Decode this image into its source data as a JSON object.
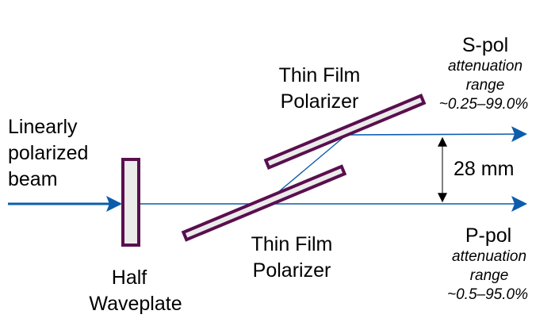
{
  "colors": {
    "beam": "#0b5cad",
    "optic_border": "#5a0f4e",
    "optic_fill": "#ebebeb",
    "dimension": "#555555"
  },
  "input": {
    "lines": [
      "Linearly",
      "polarized",
      "beam"
    ]
  },
  "half_waveplate": {
    "lines": [
      "Half",
      "Waveplate"
    ]
  },
  "polarizer_top": {
    "lines": [
      "Thin Film",
      "Polarizer"
    ]
  },
  "polarizer_bottom": {
    "lines": [
      "Thin Film",
      "Polarizer"
    ]
  },
  "s_pol": {
    "title": "S-pol",
    "note_lines": [
      "attenuation",
      "range",
      "~0.25–99.0%"
    ]
  },
  "p_pol": {
    "title": "P-pol",
    "note_lines": [
      "attenuation",
      "range",
      "~0.5–95.0%"
    ]
  },
  "separation": "28 mm"
}
